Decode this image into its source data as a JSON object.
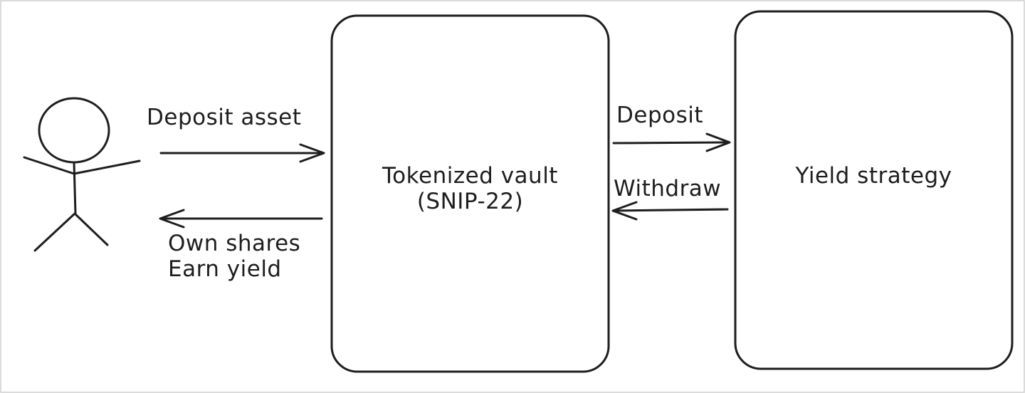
{
  "diagram": {
    "actor": {
      "arrow_to_vault_label": "Deposit asset",
      "arrow_from_vault_lines": [
        "Own shares",
        "Earn yield"
      ]
    },
    "vault": {
      "title_lines": [
        "Tokenized vault",
        "(SNIP-22)"
      ]
    },
    "strategy": {
      "title": "Yield strategy"
    },
    "flows": {
      "deposit_label": "Deposit",
      "withdraw_label": "Withdraw"
    }
  }
}
